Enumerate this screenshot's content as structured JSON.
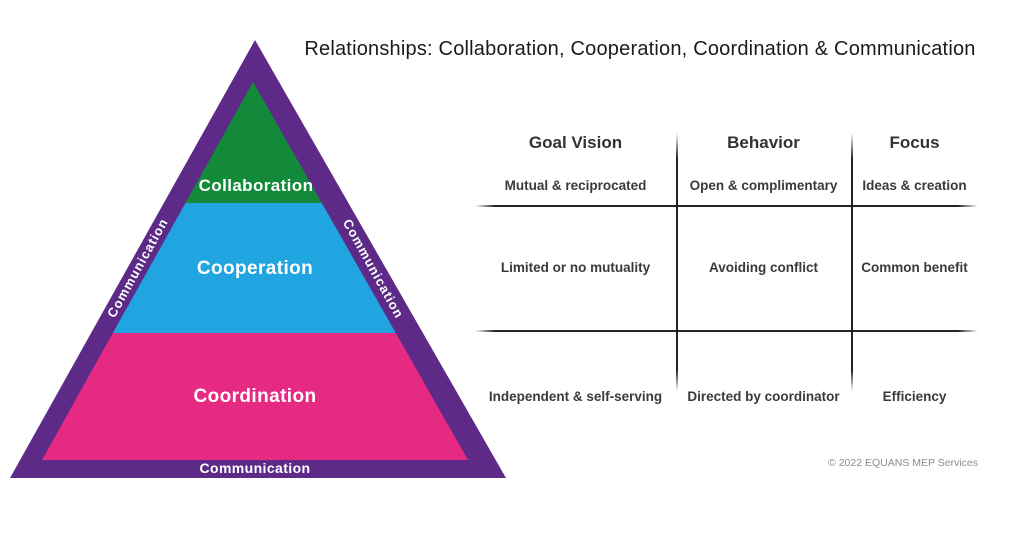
{
  "title": "Relationships: Collaboration, Cooperation, Coordination & Communication",
  "pyramid": {
    "border_color": "#5d2b87",
    "border_label_left": "Communication",
    "border_label_right": "Communication",
    "border_label_bottom": "Communication",
    "layers": [
      {
        "label": "Collaboration",
        "color": "#128a39"
      },
      {
        "label": "Cooperation",
        "color": "#21a5e0"
      },
      {
        "label": "Coordination",
        "color": "#e62a84"
      }
    ]
  },
  "table": {
    "headers": [
      "Goal Vision",
      "Behavior",
      "Focus"
    ],
    "rows": [
      [
        "Mutual & reciprocated",
        "Open & complimentary",
        "Ideas & creation"
      ],
      [
        "Limited or no mutuality",
        "Avoiding conflict",
        "Common benefit"
      ],
      [
        "Independent & self-serving",
        "Directed by coordinator",
        "Efficiency"
      ]
    ]
  },
  "footer": {
    "copyright": "© 2022 EQUANS MEP Services"
  }
}
